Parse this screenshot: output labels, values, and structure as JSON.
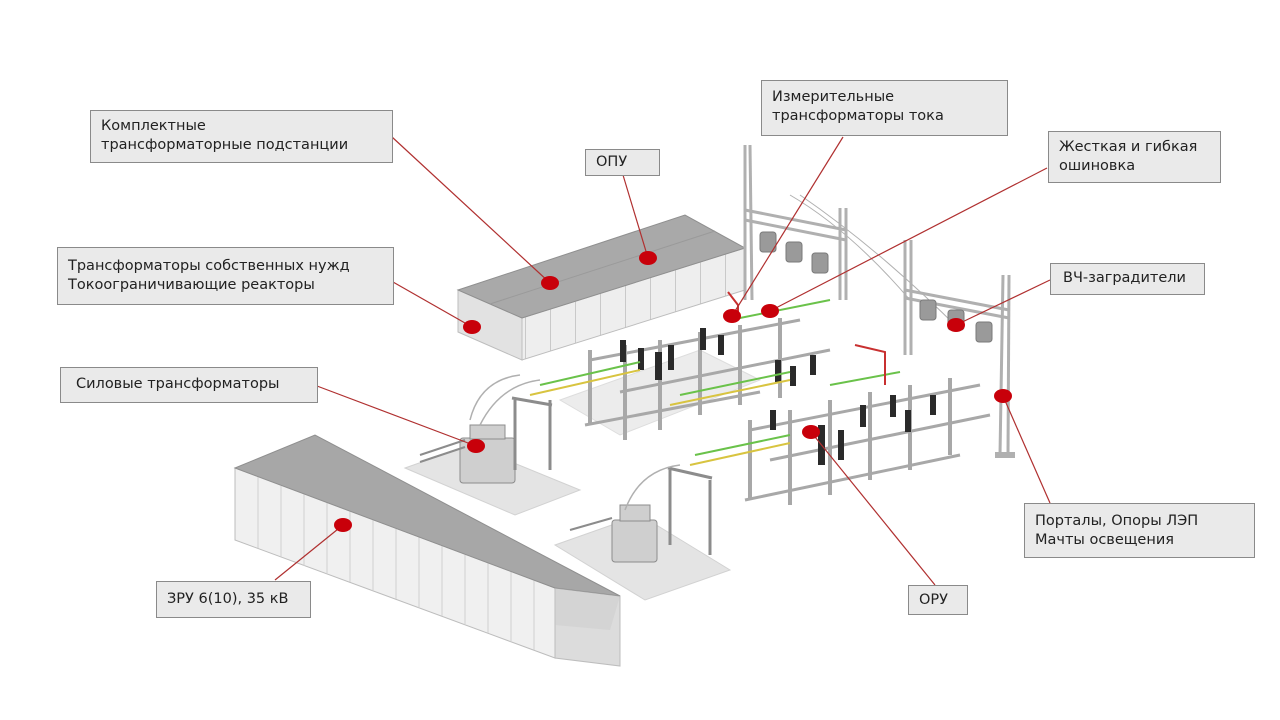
{
  "colors": {
    "marker": "#c8000a",
    "leader": "#b03030",
    "box_fill": "#eaeaea",
    "box_border": "#8a8a8a",
    "building_roof": "#a7a7a7",
    "building_wall": "#efefef",
    "steel": "#b4b4b4",
    "bus_yellow": "#d8c440",
    "bus_green": "#6ac24a"
  },
  "labels": {
    "ktp": {
      "line1": "Комплектные",
      "line2": "трансформаторные подстанции"
    },
    "opu": {
      "line1": "ОПУ"
    },
    "tsn": {
      "line1": "Трансформаторы собственных нужд",
      "line2": "Токоограничивающие реакторы"
    },
    "silovye": {
      "line1": "Силовые трансформаторы"
    },
    "zru": {
      "line1": "ЗРУ 6(10), 35 кВ"
    },
    "izmer": {
      "line1": "Измерительные",
      "line2": "трансформаторы тока"
    },
    "oshinovka": {
      "line1": "Жесткая и гибкая",
      "line2": "ошиновка"
    },
    "vch": {
      "line1": "ВЧ-заградители"
    },
    "portaly": {
      "line1": "Порталы, Опоры ЛЭП",
      "line2": "Мачты освещения"
    },
    "oru": {
      "line1": "ОРУ"
    }
  }
}
